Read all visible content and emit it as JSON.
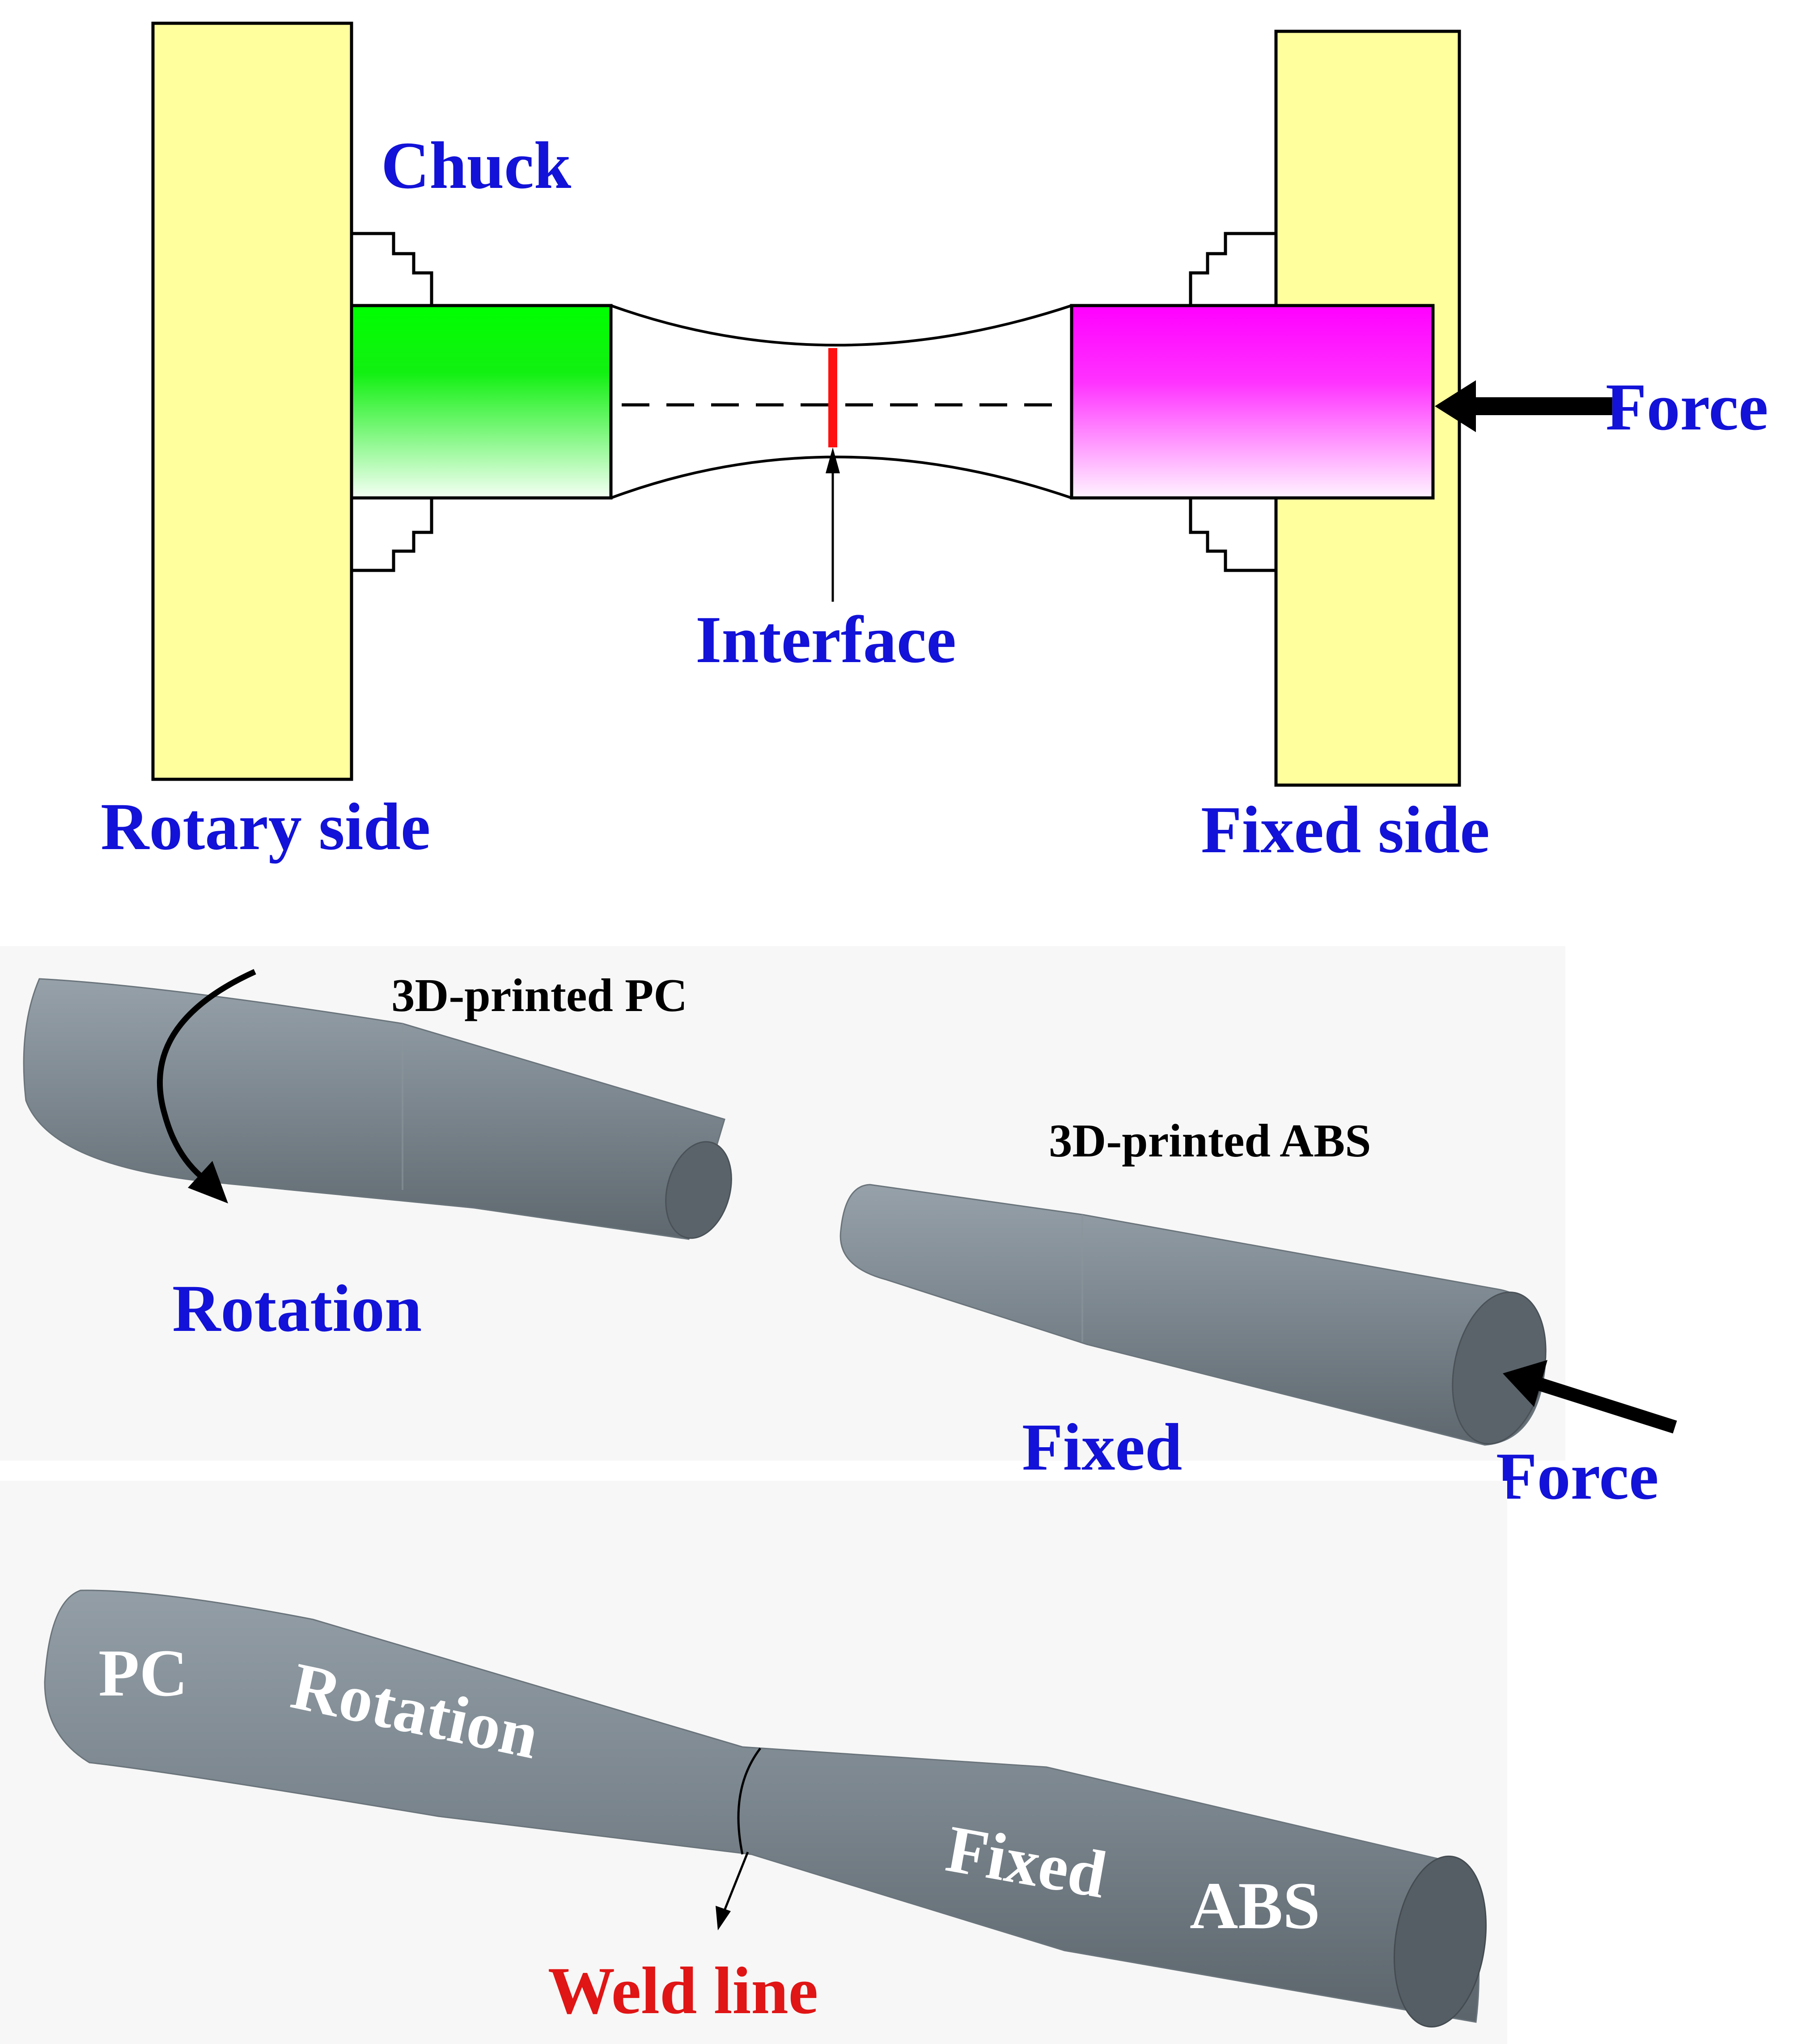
{
  "top": {
    "chuck": "Chuck",
    "force": "Force",
    "interface": "Interface",
    "rotary_side": "Rotary side",
    "fixed_side": "Fixed side"
  },
  "middle": {
    "pc_part": "3D-printed PC",
    "abs_part": "3D-printed ABS",
    "rotation": "Rotation",
    "fixed": "Fixed",
    "force": "Force"
  },
  "bottom": {
    "pc": "PC",
    "rotation": "Rotation",
    "fixed": "Fixed",
    "abs": "ABS",
    "weld_line": "Weld line"
  },
  "colors": {
    "label_blue": "#1212d8",
    "weld_red": "#e01515",
    "plate_yellow": "#ffff9e",
    "green_block": "#00ff00",
    "magenta_block": "#ff00ff",
    "rod_gray": "#7d8890"
  }
}
